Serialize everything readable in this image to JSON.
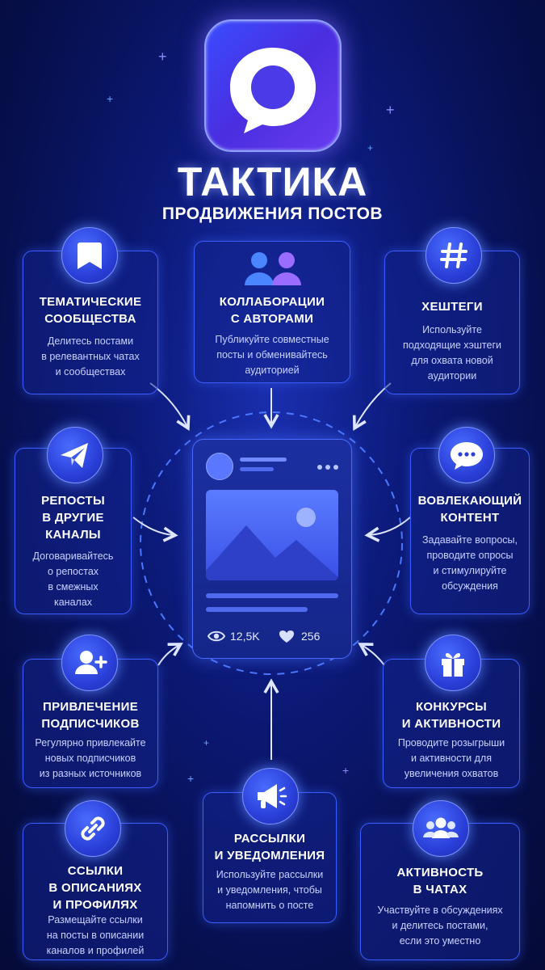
{
  "header": {
    "title": "ТАКТИКА",
    "subtitle": "ПРОДВИЖЕНИЯ ПОСТОВ"
  },
  "cards": [
    {
      "title": [
        "ТЕМАТИЧЕСКИЕ",
        "СООБЩЕСТВА"
      ],
      "desc": [
        "Делитесь постами",
        "в релевантных чатах",
        "и сообществах"
      ],
      "icon": "bookmark-icon"
    },
    {
      "title": [
        "КОЛЛАБОРАЦИИ",
        "С АВТОРАМИ"
      ],
      "desc": [
        "Публикуйте совместные",
        "посты и обменивайтесь",
        "аудиторией"
      ],
      "icon": "users-icon"
    },
    {
      "title": [
        "ХЕШТЕГИ"
      ],
      "desc": [
        "Используйте",
        "подходящие хэштеги",
        "для охвата новой",
        "аудитории"
      ],
      "icon": "hashtag-icon"
    },
    {
      "title": [
        "РЕПОСТЫ",
        "В ДРУГИЕ",
        "КАНАЛЫ"
      ],
      "desc": [
        "Договаривайтесь",
        "о репостах",
        "в смежных",
        "каналах"
      ],
      "icon": "send-icon"
    },
    {
      "title": [
        "ВОВЛЕКАЮЩИЙ",
        "КОНТЕНТ"
      ],
      "desc": [
        "Задавайте вопросы,",
        "проводите опросы",
        "и стимулируйте",
        "обсуждения"
      ],
      "icon": "chat-icon"
    },
    {
      "title": [
        "ПРИВЛЕЧЕНИЕ",
        "ПОДПИСЧИКОВ"
      ],
      "desc": [
        "Регулярно привлекайте",
        "новых подписчиков",
        "из разных источников"
      ],
      "icon": "add-user-icon"
    },
    {
      "title": [
        "КОНКУРСЫ",
        "И АКТИВНОСТИ"
      ],
      "desc": [
        "Проводите розыгрыши",
        "и активности для",
        "увеличения охватов"
      ],
      "icon": "gift-icon"
    },
    {
      "title": [
        "РАССЫЛКИ",
        "И УВЕДОМЛЕНИЯ"
      ],
      "desc": [
        "Используйте рассылки",
        "и уведомления, чтобы",
        "напомнить о посте"
      ],
      "icon": "megaphone-icon"
    },
    {
      "title": [
        "ССЫЛКИ",
        "В ОПИСАНИЯХ",
        "И ПРОФИЛЯХ"
      ],
      "desc": [
        "Размещайте ссылки",
        "на посты в описании",
        "каналов и профилей"
      ],
      "icon": "link-icon"
    },
    {
      "title": [
        "АКТИВНОСТЬ",
        "В ЧАТАХ"
      ],
      "desc": [
        "Участвуйте в обсуждениях",
        "и делитесь постами,",
        "если это уместно"
      ],
      "icon": "group-icon"
    }
  ],
  "post": {
    "views": "12,5K",
    "likes": "256",
    "icons": [
      "eye-icon",
      "heart-icon",
      "more-icon",
      "image-icon"
    ]
  },
  "colors": {
    "accent": "#3b5cff",
    "background": "#0c1a7a",
    "text_muted": "#c9d2ff"
  }
}
